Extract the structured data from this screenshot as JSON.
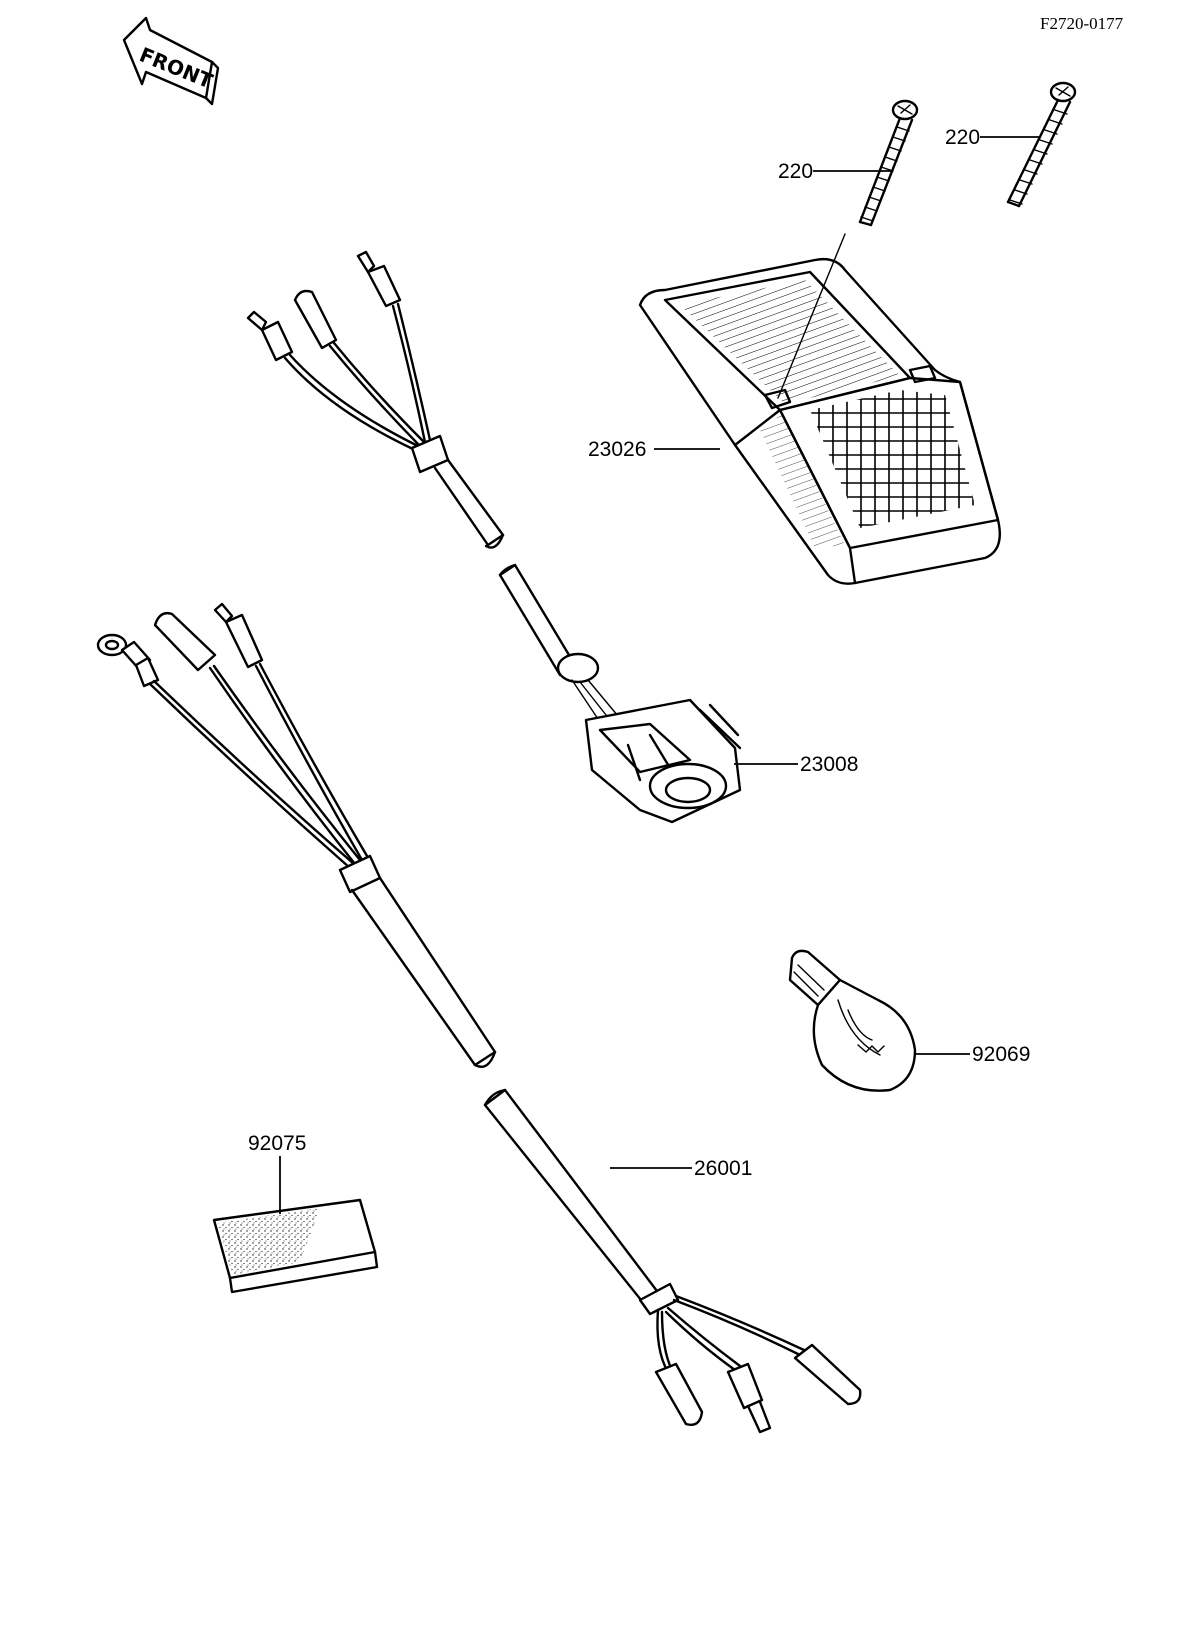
{
  "diagram": {
    "code": "F2720-0177",
    "front_label": "FRONT",
    "callouts": {
      "screw_left": "220",
      "screw_right": "220",
      "lens": "23026",
      "socket": "23008",
      "bulb": "92069",
      "pad": "92075",
      "harness": "26001"
    }
  }
}
